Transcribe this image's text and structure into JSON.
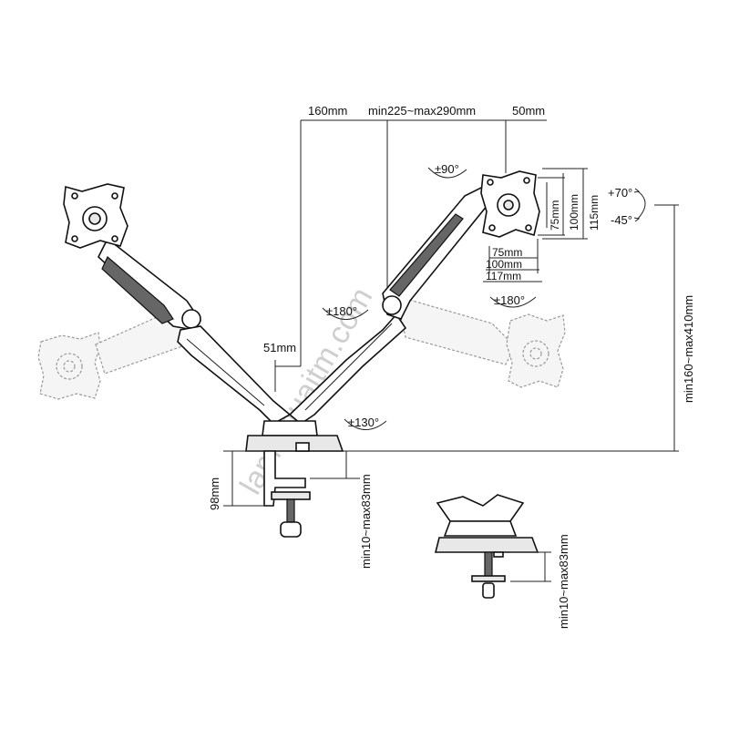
{
  "dimensions": {
    "d160": "160mm",
    "d225_290": "min225~max290mm",
    "d50": "50mm",
    "d75v": "75mm",
    "d100v": "100mm",
    "d115v": "115mm",
    "d75h": "75mm",
    "d100h": "100mm",
    "d117h": "117mm",
    "d51": "51mm",
    "d98": "98mm",
    "clamp_range": "min10~max83mm",
    "grommet_range": "min10~max83mm",
    "height_range": "min160~max410mm"
  },
  "rotations": {
    "swivel_top": "±90°",
    "tilt_up": "+70°",
    "tilt_down": "-45°",
    "arm_left": "±180°",
    "arm_right": "±180°",
    "base": "±130°"
  },
  "watermark": "lamlimuaitm.com"
}
